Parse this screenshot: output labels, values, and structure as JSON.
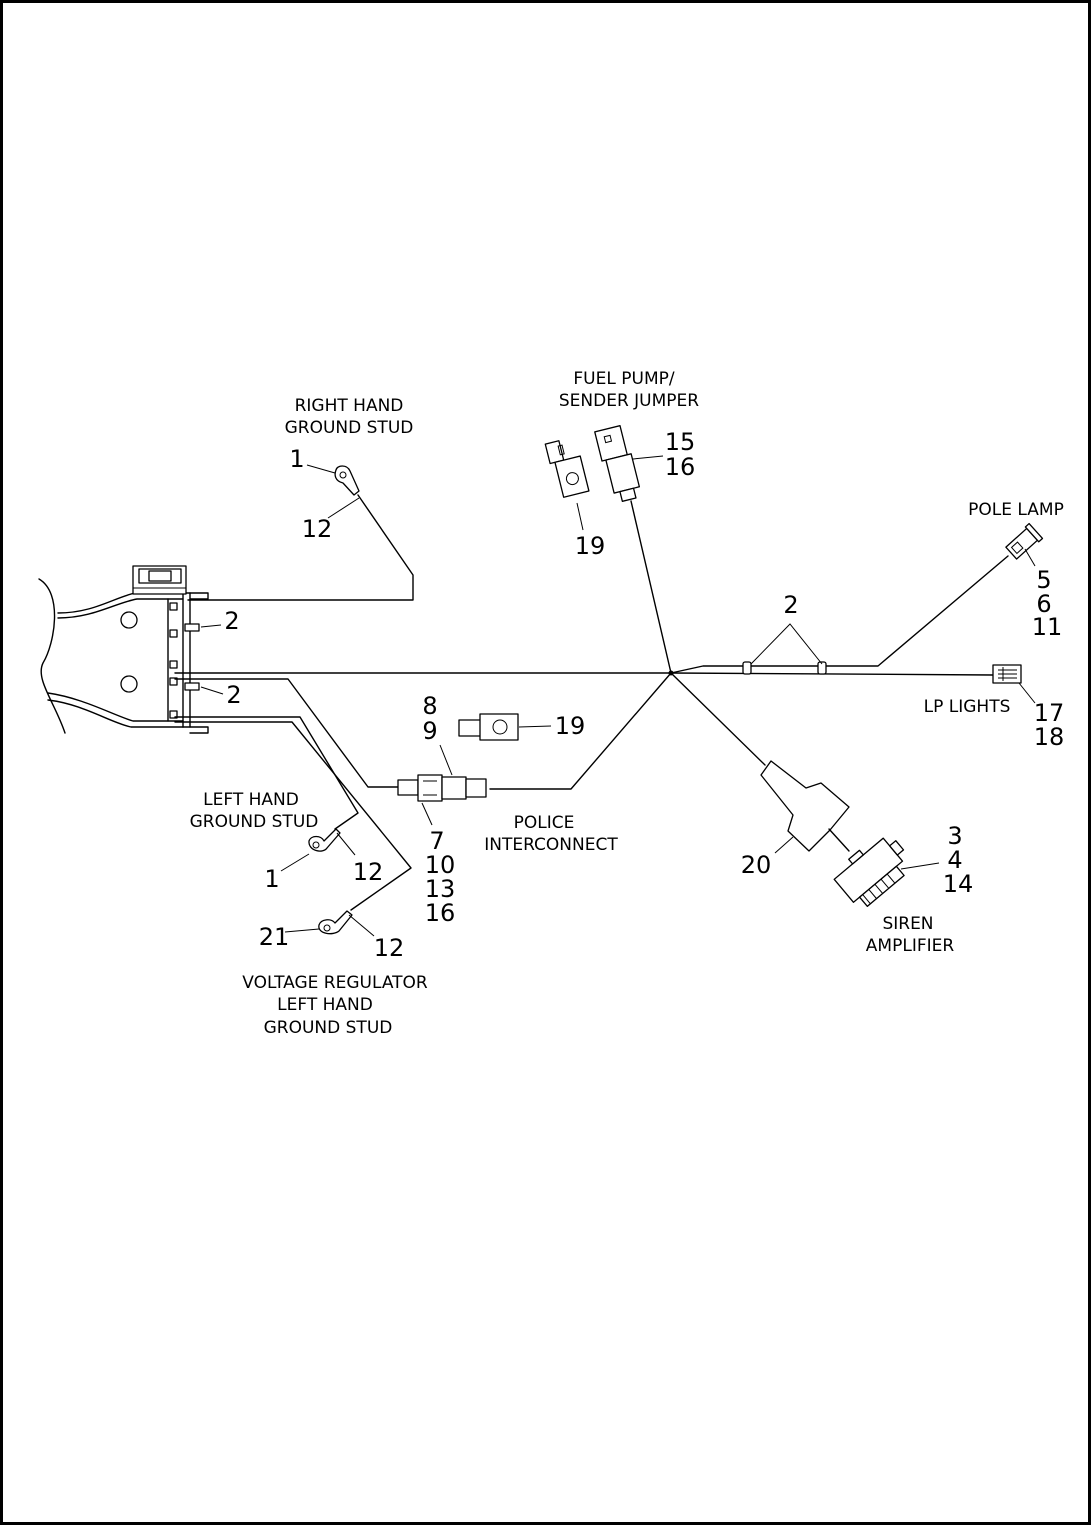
{
  "components": {
    "right_ground": {
      "label": [
        "RIGHT HAND",
        "GROUND STUD"
      ],
      "refs_a": [
        "1"
      ],
      "refs_b": [
        "12"
      ]
    },
    "fuel_pump": {
      "label": [
        "FUEL PUMP/",
        "SENDER JUMPER"
      ],
      "refs_a": [
        "15",
        "16"
      ],
      "refs_b": [
        "19"
      ]
    },
    "pole_lamp": {
      "label": [
        "POLE LAMP"
      ],
      "refs": [
        "5",
        "6",
        "11"
      ]
    },
    "clips": {
      "refs_top": [
        "2"
      ],
      "refs_frame_upper": [
        "2"
      ],
      "refs_frame_lower": [
        "2"
      ]
    },
    "lp_lights": {
      "label": [
        "LP LIGHTS"
      ],
      "refs": [
        "17",
        "18"
      ]
    },
    "cap_19": {
      "refs": [
        "19"
      ]
    },
    "police_interconnect": {
      "label": [
        "POLICE",
        "INTERCONNECT"
      ],
      "refs_top": [
        "8",
        "9"
      ],
      "refs_bottom": [
        "7",
        "10",
        "13",
        "16"
      ]
    },
    "left_ground": {
      "label": [
        "LEFT HAND",
        "GROUND STUD"
      ],
      "refs_a": [
        "1"
      ],
      "refs_b": [
        "12"
      ]
    },
    "regulator_ground": {
      "label": [
        "VOLTAGE REGULATOR",
        "LEFT HAND",
        "GROUND STUD"
      ],
      "refs_a": [
        "21"
      ],
      "refs_b": [
        "12"
      ]
    },
    "siren_amplifier": {
      "label": [
        "SIREN",
        "AMPLIFIER"
      ],
      "refs": [
        "3",
        "4",
        "14"
      ],
      "boot_ref": [
        "20"
      ]
    }
  }
}
